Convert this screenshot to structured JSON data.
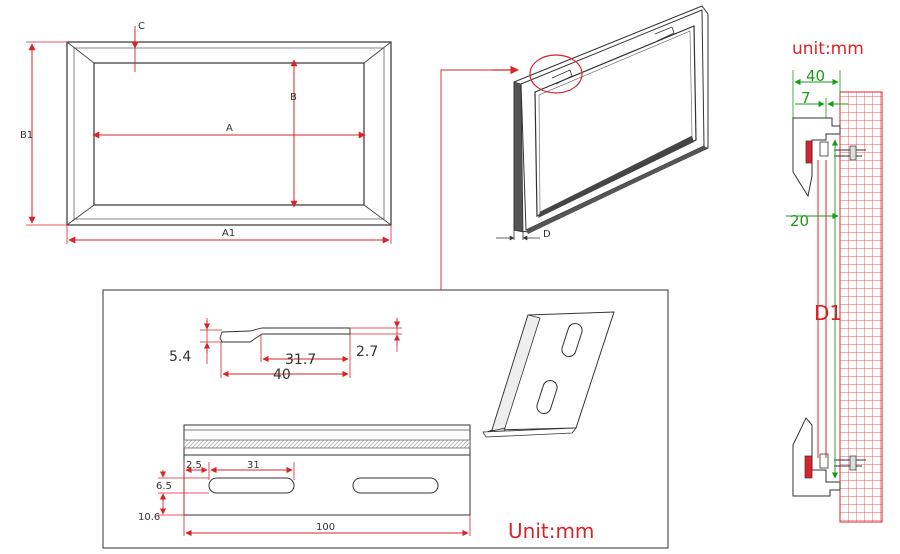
{
  "front_view": {
    "label_c": "C",
    "label_b": "B",
    "label_b1": "B1",
    "label_a": "A",
    "label_a1": "A1"
  },
  "perspective_view": {
    "label_d": "D"
  },
  "detail_panel": {
    "profile_dims": {
      "d1": "5.4",
      "d2": "31.7",
      "d3": "2.7",
      "d4": "40"
    },
    "rail_dims": {
      "d1": "2.5",
      "d2": "31",
      "d3": "6.5",
      "d4": "10.6",
      "d5": "100"
    },
    "unit": "Unit:mm"
  },
  "section_view": {
    "unit": "unit:mm",
    "dim_40": "40",
    "dim_7": "7",
    "dim_20": "20",
    "dim_d1": "D1"
  },
  "colors": {
    "dimension": "#d8232a",
    "green_dimension": "#1a9a1a",
    "outline": "#333333",
    "dark_frame": "#555555"
  }
}
